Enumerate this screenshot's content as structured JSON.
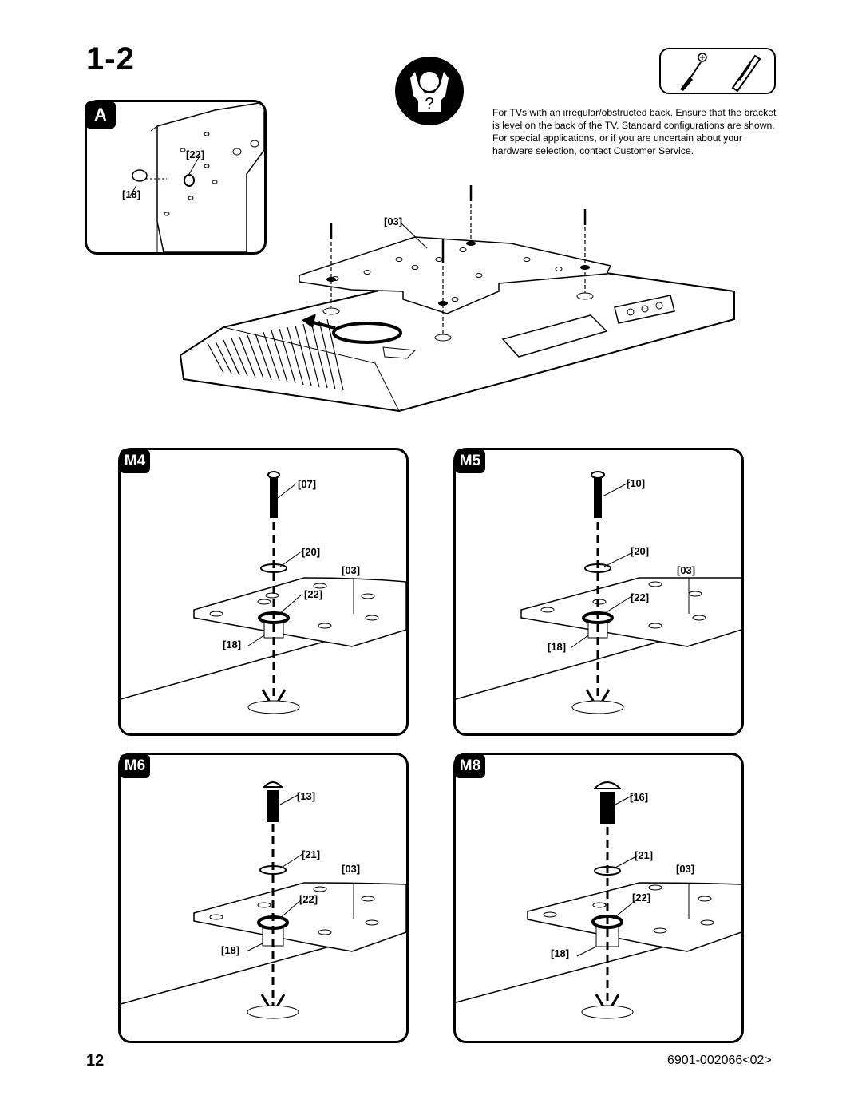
{
  "header": {
    "step": "1-2",
    "page_number": "12",
    "doc_code": "6901-002066<02>"
  },
  "note": "For TVs with an irregular/obstructed back. Ensure that the bracket is level on the back of the TV.  Standard configurations are shown. For special applications, or if you are uncertain about your hardware selection, contact Customer Service.",
  "icons": {
    "help": "help-person-icon",
    "tools": "screwdriver-and-level-icon",
    "help_mark": "?"
  },
  "panel_a": {
    "tab": "A",
    "label_22": "[22]",
    "label_18": "[18]"
  },
  "main_diagram": {
    "label_03": "[03]"
  },
  "panels": [
    {
      "tab": "M4",
      "screw": "[07]",
      "washer": "[20]",
      "plate": "[03]",
      "spacer_washer": "[22]",
      "spacer": "[18]"
    },
    {
      "tab": "M5",
      "screw": "[10]",
      "washer": "[20]",
      "plate": "[03]",
      "spacer_washer": "[22]",
      "spacer": "[18]"
    },
    {
      "tab": "M6",
      "screw": "[13]",
      "washer": "[21]",
      "plate": "[03]",
      "spacer_washer": "[22]",
      "spacer": "[18]"
    },
    {
      "tab": "M8",
      "screw": "[16]",
      "washer": "[21]",
      "plate": "[03]",
      "spacer_washer": "[22]",
      "spacer": "[18]"
    }
  ]
}
